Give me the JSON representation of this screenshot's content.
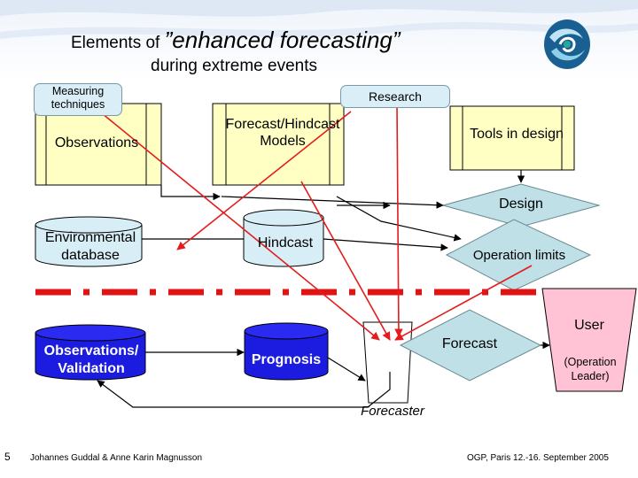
{
  "title": {
    "part1": "Elements of ",
    "emph": "”enhanced forecasting”",
    "line2": "during extreme events"
  },
  "callouts": {
    "measuring": "Measuring techniques",
    "research": "Research"
  },
  "boxes": {
    "observations": "Observations",
    "models": "Forecast/Hindcast Models",
    "tools": "Tools in design"
  },
  "design": "Design",
  "operation_limits": "Operation limits",
  "cylinders": {
    "env_db": "Environmental database",
    "hindcast": "Hindcast",
    "obs_validation": "Observations/ Validation",
    "prognosis": "Prognosis"
  },
  "forecast": "Forecast",
  "forecaster": "Forecaster",
  "user": {
    "title": "User",
    "subtitle": "(Operation Leader)"
  },
  "footer": {
    "page": "5",
    "authors": "Johannes Guddal & Anne Karin Magnusson",
    "event": "OGP, Paris 12.-16. September 2005"
  },
  "colors": {
    "box_fill": "#ffffc4",
    "cyl_fill": "#d8eef6",
    "cyl_dark": "#1c1ce0",
    "design_fill": "#bfe0e6",
    "user_fill": "#ffc3d5",
    "red_arrow": "#e31c1c",
    "dash": "#e01414"
  },
  "icons": {
    "logo": "swirl-globe-logo"
  }
}
